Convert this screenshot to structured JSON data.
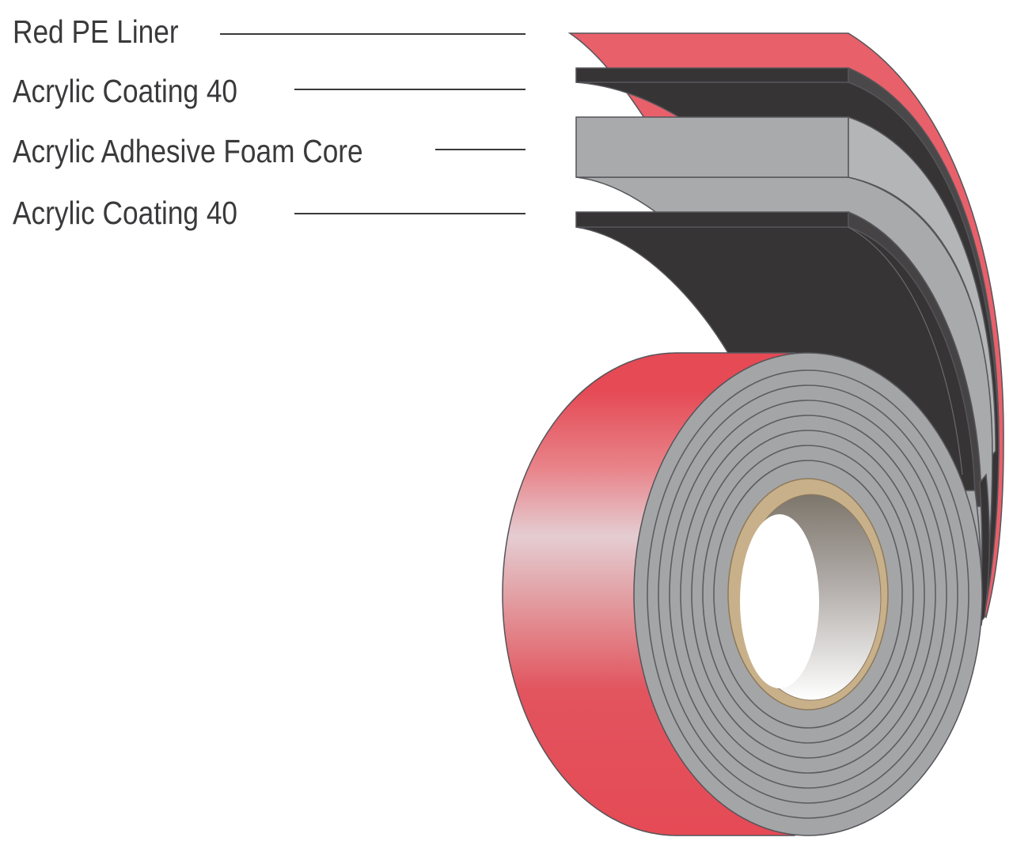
{
  "labels": {
    "liner": "Red PE Liner",
    "coating_top": "Acrylic Coating 40",
    "foam_core": "Acrylic Adhesive Foam Core",
    "coating_bottom": "Acrylic Coating 40"
  },
  "colors": {
    "liner_red": "#e8606a",
    "roll_red": "#e54a55",
    "roll_highlight": "#e4cdd2",
    "coating_black": "#363435",
    "foam_gray": "#a9aaac",
    "foam_face_gray": "#a4a5a7",
    "paper_core": "#c8b08a",
    "label_text": "#3a3a3c"
  },
  "icons": {
    "roll": "tape-roll-icon"
  }
}
